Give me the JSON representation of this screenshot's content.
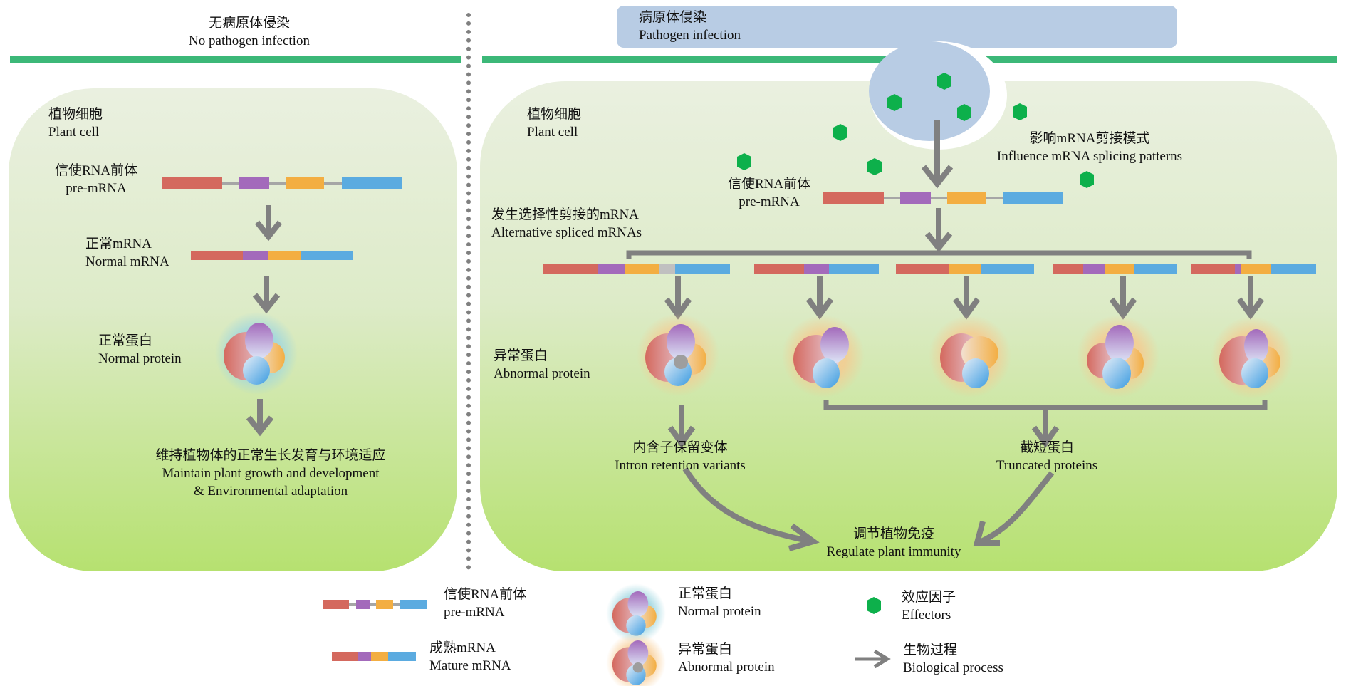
{
  "colors": {
    "exon1": "#D4695E",
    "exon2": "#A36ABB",
    "exon3": "#F3AE42",
    "exon4": "#5BABE0",
    "intron": "#A6A6A6",
    "membrane": "#3CB878",
    "effector": "#0DB04B",
    "pathogen": "#B8CCE4",
    "arrow": "#808080"
  },
  "left_panel": {
    "header_zh": "无病原体侵染",
    "header_en": "No pathogen infection",
    "cell_zh": "植物细胞",
    "cell_en": "Plant cell",
    "premrna_zh": "信使RNA前体",
    "premrna_en": "pre-mRNA",
    "normal_mrna_zh": "正常mRNA",
    "normal_mrna_en": "Normal mRNA",
    "normal_protein_zh": "正常蛋白",
    "normal_protein_en": "Normal protein",
    "outcome_zh": "维持植物体的正常生长发育与环境适应",
    "outcome_en1": "Maintain plant growth and development",
    "outcome_en2": "& Environmental adaptation"
  },
  "right_panel": {
    "header_zh": "病原体侵染",
    "header_en": "Pathogen infection",
    "cell_zh": "植物细胞",
    "cell_en": "Plant cell",
    "influence_zh": "影响mRNA剪接模式",
    "influence_en": "Influence mRNA splicing patterns",
    "premrna_zh": "信使RNA前体",
    "premrna_en": "pre-mRNA",
    "alt_zh": "发生选择性剪接的mRNA",
    "alt_en": "Alternative spliced mRNAs",
    "abnormal_zh": "异常蛋白",
    "abnormal_en": "Abnormal protein",
    "intron_zh": "内含子保留变体",
    "intron_en": "Intron retention variants",
    "truncated_zh": "截短蛋白",
    "truncated_en": "Truncated proteins",
    "immunity_zh": "调节植物免疫",
    "immunity_en": "Regulate plant immunity",
    "variants": [
      {
        "exons": [
          "exon1",
          "exon2",
          "exon3",
          "retained-intron",
          "exon4"
        ]
      },
      {
        "exons": [
          "exon1",
          "exon2",
          "exon4"
        ]
      },
      {
        "exons": [
          "exon1",
          "exon3",
          "exon4"
        ]
      },
      {
        "exons": [
          "exon1",
          "exon2",
          "exon3",
          "exon4"
        ]
      },
      {
        "exons": [
          "exon1",
          "exon2-partial",
          "exon3",
          "exon4"
        ]
      }
    ]
  },
  "legend": {
    "premrna_zh": "信使RNA前体",
    "premrna_en": "pre-mRNA",
    "mature_zh": "成熟mRNA",
    "mature_en": "Mature mRNA",
    "normal_zh": "正常蛋白",
    "normal_en": "Normal protein",
    "abnormal_zh": "异常蛋白",
    "abnormal_en": "Abnormal protein",
    "effectors_zh": "效应因子",
    "effectors_en": "Effectors",
    "process_zh": "生物过程",
    "process_en": "Biological process"
  }
}
